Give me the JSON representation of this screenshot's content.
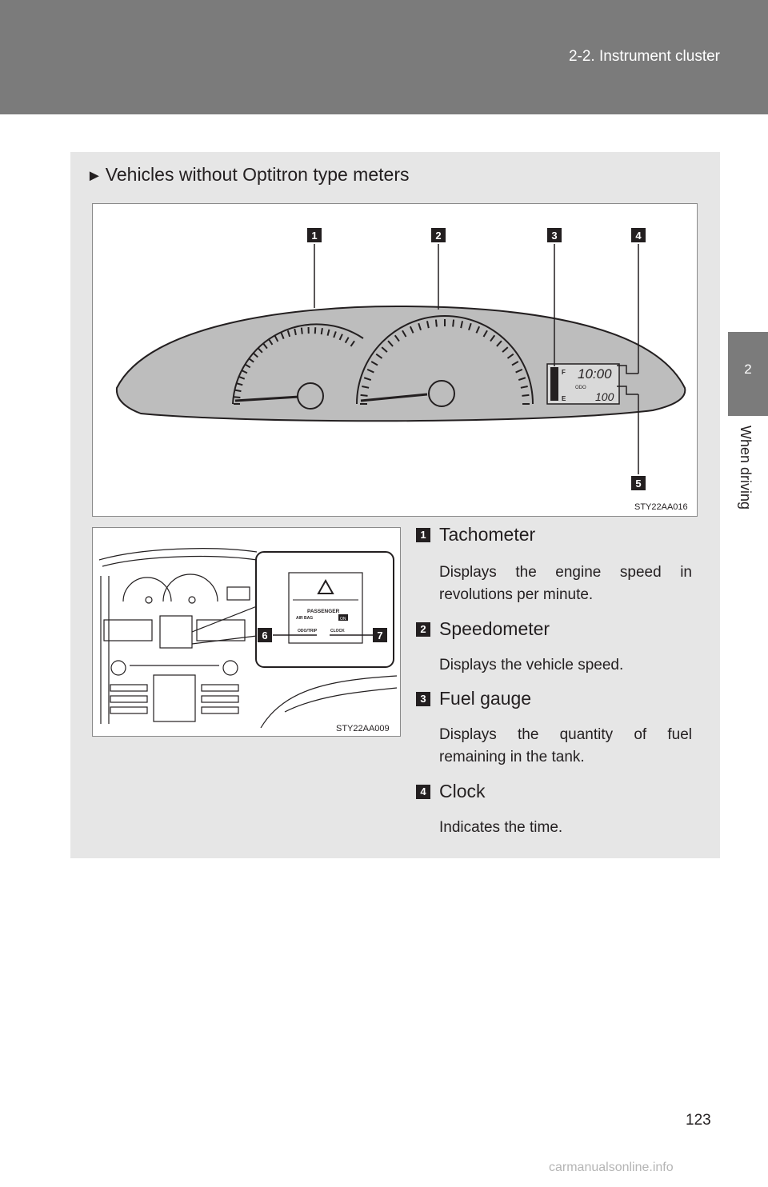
{
  "header": {
    "title": "2-2. Instrument cluster"
  },
  "side_tab": {
    "chapter_number": "2",
    "chapter_title": "When driving"
  },
  "panel": {
    "heading_arrow": "►",
    "heading": "Vehicles without Optitron type meters"
  },
  "figure1": {
    "code": "STY22AA016",
    "callouts": [
      "1",
      "2",
      "3",
      "4",
      "5"
    ],
    "display": {
      "fuel_full": "F",
      "fuel_empty": "E",
      "clock": "10:00",
      "odo_label": "ODO",
      "odometer": "100"
    }
  },
  "figure2": {
    "code": "STY22AA009",
    "callouts": [
      "6",
      "7"
    ],
    "inset": {
      "passenger_label": "PASSENGER",
      "airbag_label": "AIR BAG",
      "on_label": "ON",
      "odo_trip_label": "ODO/TRIP",
      "clock_label": "CLOCK"
    }
  },
  "items": [
    {
      "number": "1",
      "title": "Tachometer",
      "description": "Displays the engine speed in revolutions per minute."
    },
    {
      "number": "2",
      "title": "Speedometer",
      "description": "Displays the vehicle speed."
    },
    {
      "number": "3",
      "title": "Fuel gauge",
      "description": "Displays the quantity of fuel remaining in the tank."
    },
    {
      "number": "4",
      "title": "Clock",
      "description": "Indicates the time."
    }
  ],
  "page_number": "123",
  "watermark": "carmanualsonline.info"
}
